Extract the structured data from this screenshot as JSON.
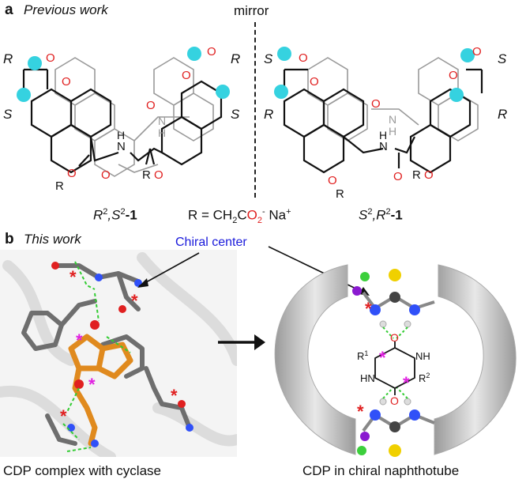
{
  "panel_a": {
    "letter": "a",
    "subtitle": "Previous work",
    "mirror_label": "mirror",
    "left_label_prefix": "R",
    "left_label_sup1": "2",
    "left_label_mid": ",S",
    "left_label_sup2": "2",
    "left_label_suffix": "-1",
    "right_label_prefix": "S",
    "right_label_sup1": "2",
    "right_label_mid": ",R",
    "right_label_sup2": "2",
    "right_label_suffix": "-1",
    "r_def_prefix": "R = CH",
    "r_def_sub": "2",
    "r_def_c": "C",
    "r_def_o": "O",
    "r_def_sub2": "2",
    "r_def_minus": "-",
    "r_def_na": " Na",
    "r_def_plus": "+",
    "left_stereo": [
      "R",
      "S",
      "R",
      "S"
    ],
    "right_stereo": [
      "S",
      "R",
      "S",
      "R"
    ],
    "atom_labels": [
      "O",
      "O",
      "O",
      "O",
      "O",
      "O",
      "N",
      "H",
      "N",
      "H",
      "O",
      "R",
      "O",
      "R"
    ]
  },
  "panel_b": {
    "letter": "b",
    "subtitle": "This work",
    "chiral_center_label": "Chiral center",
    "left_caption": "CDP complex with cyclase",
    "right_caption": "CDP in chiral naphthotube",
    "cdp_labels": {
      "r1": "R",
      "r1_sup": "1",
      "r2": "R",
      "r2_sup": "2",
      "nh_top": "NH",
      "hn_bottom": "HN",
      "o_top": "O",
      "o_bottom": "O"
    }
  },
  "colors": {
    "cyan_marker": "#35d2e0",
    "red_atom": "#e02020",
    "magenta_star": "#e020e0",
    "orange_ligand": "#e08a1e",
    "blue_atom": "#3050f8",
    "label_blue": "#1a1adb",
    "hbond_green": "#33cc33",
    "yellow_atom": "#f0d000",
    "purple_atom": "#8a1ad0",
    "green_atom": "#3ccf3c",
    "gray_tube": "#cfcfcf"
  },
  "icons": [
    "arrow-right-icon",
    "chiral-arrow-icon"
  ]
}
